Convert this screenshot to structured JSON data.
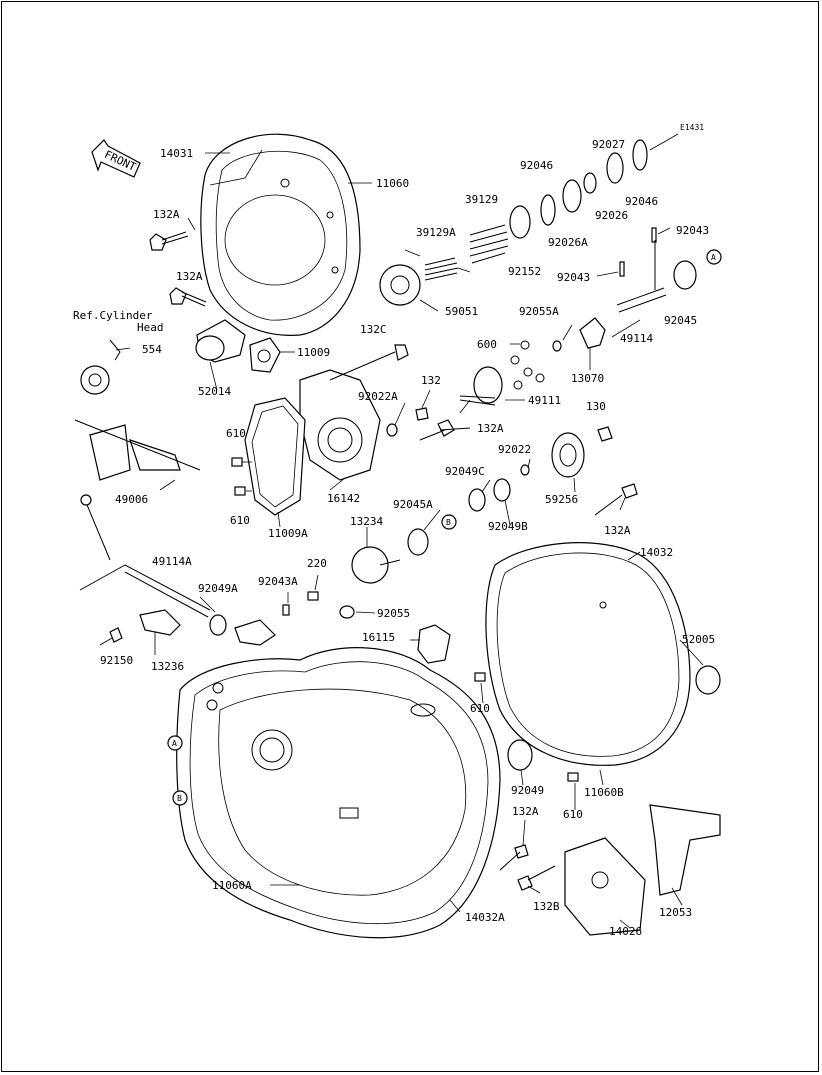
{
  "diagram": {
    "figure_code": "E1431",
    "front_label": "FRONT",
    "ref_note_line1": "Ref.Cylinder",
    "ref_note_line2": "Head",
    "callouts": {
      "A": "A",
      "B": "B"
    },
    "parts": [
      "14031",
      "11060",
      "132A",
      "39129",
      "92046",
      "92027",
      "92026",
      "92046",
      "92043",
      "39129A",
      "92152",
      "92026A",
      "92043",
      "92045",
      "59051",
      "132A",
      "92055A",
      "49114",
      "554",
      "132C",
      "11009",
      "600",
      "13070",
      "52014",
      "132",
      "92022A",
      "49111",
      "130",
      "610",
      "132A",
      "92022",
      "92049C",
      "59256",
      "16142",
      "49006",
      "92045A",
      "92049B",
      "610",
      "11009A",
      "13234",
      "132A",
      "14032",
      "49114A",
      "220",
      "92049A",
      "92043A",
      "92055",
      "16115",
      "52005",
      "92150",
      "13236",
      "610",
      "92049",
      "11060B",
      "610",
      "132A",
      "11060A",
      "132B",
      "12053",
      "14032A",
      "14026"
    ]
  }
}
